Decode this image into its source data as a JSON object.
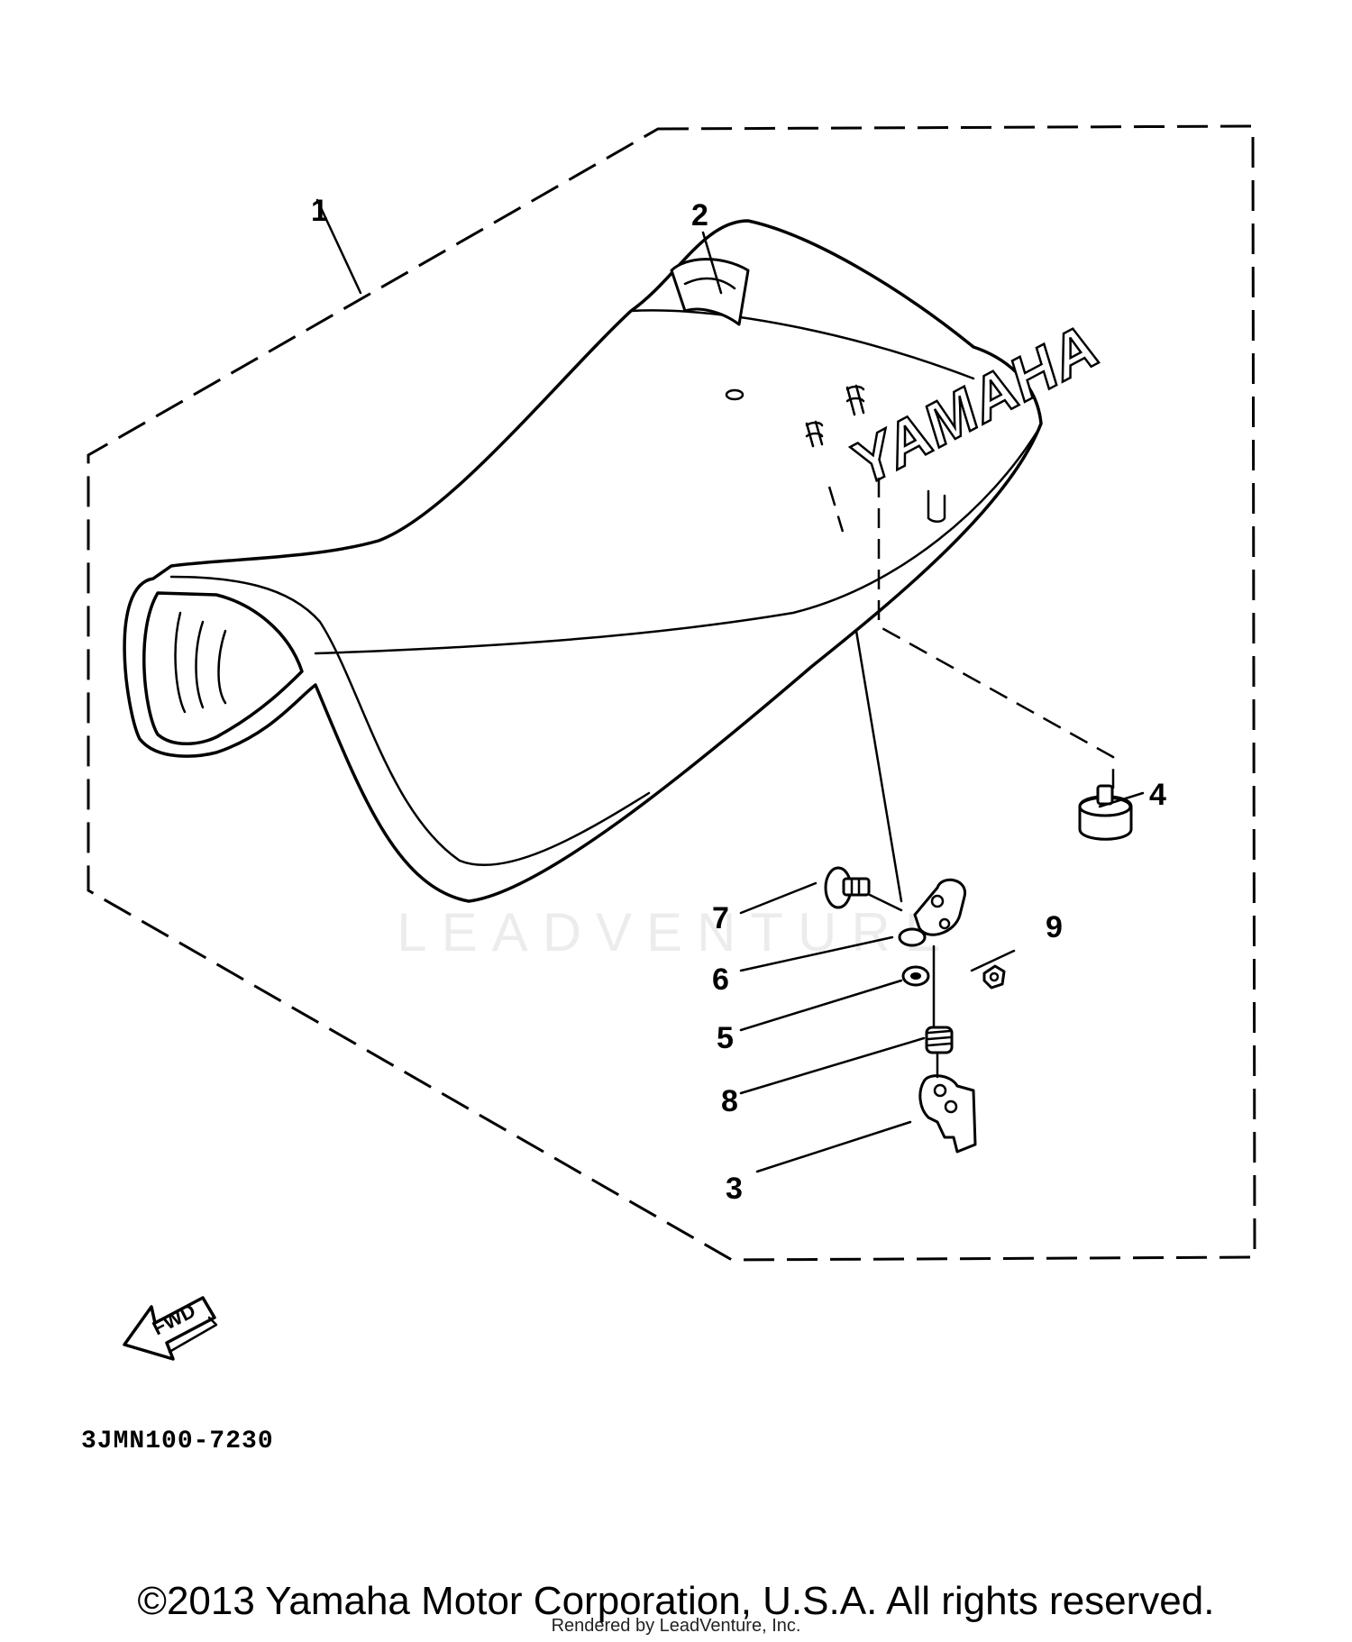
{
  "diagram": {
    "callouts": [
      "1",
      "2",
      "3",
      "4",
      "5",
      "6",
      "7",
      "8",
      "9"
    ],
    "seat_logo": "YAMAHA",
    "direction_label": "FWD",
    "diagram_code": "3JMN100-7230"
  },
  "watermark": {
    "text": "LEADVENTURE"
  },
  "footer": {
    "copyright": "©2013 Yamaha Motor Corporation, U.S.A. All rights reserved.",
    "rendered_by": "Rendered by LeadVenture, Inc."
  }
}
